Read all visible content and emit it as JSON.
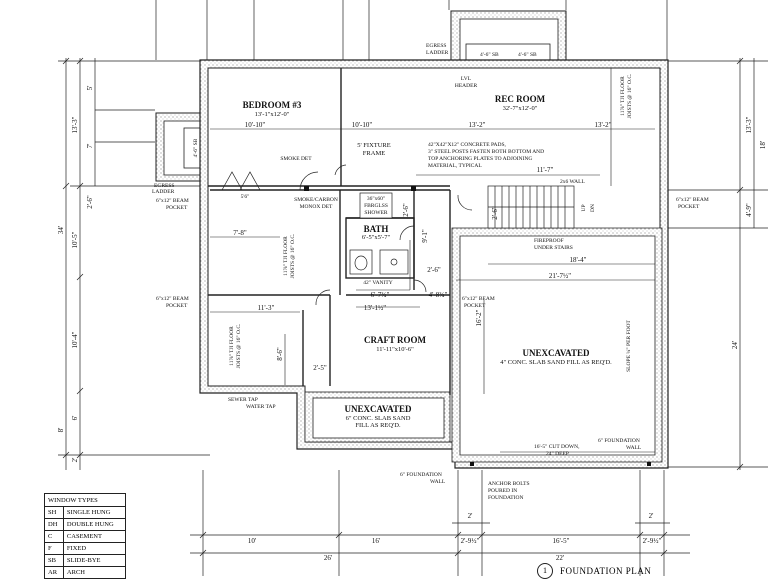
{
  "rooms": {
    "bedroom": {
      "name": "BEDROOM #3",
      "size": "13'-1\"x12'-0\""
    },
    "rec": {
      "name": "REC ROOM",
      "size": "32'-7\"x12'-0\""
    },
    "bath": {
      "name": "BATH",
      "size": "6'-5\"x5'-7\""
    },
    "craft": {
      "name": "CRAFT ROOM",
      "size": "11'-11\"x10'-6\""
    },
    "unexc_right": {
      "name": "UNEXCAVATED",
      "note": "4\" CONC. SLAB SAND FILL AS REQ'D."
    },
    "unexc_bottom": {
      "name": "UNEXCAVATED",
      "note1": "6\" CONC. SLAB SAND",
      "note2": "FILL AS REQ'D."
    }
  },
  "notes": {
    "egress_top_1": "EGRESS",
    "egress_top_2": "LADDER",
    "sb1": "4'-6\" SB",
    "sb2": "4'-6\" SB",
    "lvl_1": "LVL",
    "lvl_2": "HEADER",
    "smoke": "SMOKE DET",
    "fixture_1": "5' FIXTURE",
    "fixture_2": "FRAME",
    "pads_1": "42\"X42\"X12\" CONCRETE PADS,",
    "pads_2": "3\" STEEL POSTS FASTEN BOTH BOTTOM AND",
    "pads_3": "TOP ANCHORING PLATES TO ADJOINING",
    "pads_4": "MATERIAL, TYPICAL",
    "tji_top_1": "11⅞\" TJI FLOOR",
    "tji_top_2": "JOISTS @ 16\" O.C.",
    "egress_left_1": "EGRESS",
    "egress_left_2": "LADDER",
    "sb_left": "4'-6\" SB",
    "beam_left_1": "6\"x12\" BEAM",
    "beam_left_2": "POCKET",
    "smoke_co_1": "SMOKE/CARBON",
    "smoke_co_2": "MONOX DET",
    "shower_1": "36\"x60\"",
    "shower_2": "FBRGLSS",
    "shower_3": "SHOWER",
    "wall_2x6": "2x6 WALL",
    "beam_right_1": "6\"x12\" BEAM",
    "beam_right_2": "POCKET",
    "up": "UP",
    "dn": "DN",
    "fireproof_1": "FIREPROOF",
    "fireproof_2": "UNDER STAIRS",
    "vanity": "42\" VANITY",
    "beam_mid_1": "6\"x12\" BEAM",
    "beam_mid_2": "POCKET",
    "beam_mid2_1": "6\"x12\" BEAM",
    "beam_mid2_2": "POCKET",
    "tji_left_1": "11⅞\" TJI FLOOR",
    "tji_left_2": "JOISTS @ 16\" O.C.",
    "tji_mid_1": "11⅞\" TJI FLOOR",
    "tji_mid_2": "JOISTS @ 16\" O.C.",
    "slope": "SLOPE ¼\" PER FOOT",
    "sewer": "SEWER TAP",
    "water": "WATER TAP",
    "cut_1": "16'-5\" CUT DOWN,",
    "cut_2": "24\" DEEP",
    "fnd_right_1": "6\" FOUNDATION",
    "fnd_right_2": "WALL",
    "fnd_bot_1": "6\" FOUNDATION",
    "fnd_bot_2": "WALL",
    "anchor_1": "ANCHOR BOLTS",
    "anchor_2": "POURED IN",
    "anchor_3": "FOUNDATION",
    "sb_small": "5'6\""
  },
  "dims": {
    "d10_10a": "10'-10\"",
    "d10_10b": "10'-10\"",
    "d13_2a": "13'-2\"",
    "d13_2b": "13'-2\"",
    "d11_7": "11'-7\"",
    "d7_8": "7'-8\"",
    "d9_1": "9'-1\"",
    "d18_4": "18'-4\"",
    "d21_7": "21'-7½\"",
    "d6_7": "6'-7¾\"",
    "d13_1": "13'-1½\"",
    "d4_8": "4'-8¾\"",
    "d11_3": "11'-3\"",
    "d2_6a": "2'-6\"",
    "d2_6b": "2'-6\"",
    "d2_6c": "2'-6\"",
    "d2_5": "2'-5\"",
    "d8_6": "8'-6\"",
    "d2_9a": "2'-9½\"",
    "d2_9b": "2'-9½\"",
    "d16_5": "16'-5\"",
    "d10": "10'",
    "d16": "16'",
    "d26": "26'",
    "d22": "22'",
    "d2a": "2'",
    "d2b": "2'",
    "d34": "34'",
    "d10_5": "10'-5\"",
    "d10_4": "10'-4\"",
    "d13_3": "13'-3\"",
    "d13_3r": "13'-3\"",
    "d18": "18'",
    "d24": "24'",
    "d4_9": "4'-9\"",
    "d16_2": "16'-2\"",
    "d5": "5'",
    "d7": "7'",
    "d6": "6'",
    "d8": "8'",
    "d2c": "2'",
    "d2_6d": "2'-6\""
  },
  "legend": {
    "header": "WINDOW TYPES",
    "rows": [
      {
        "code": "SH",
        "name": "SINGLE HUNG"
      },
      {
        "code": "DH",
        "name": "DOUBLE HUNG"
      },
      {
        "code": "C",
        "name": "CASEMENT"
      },
      {
        "code": "F",
        "name": "FIXED"
      },
      {
        "code": "SB",
        "name": "SLIDE-BYE"
      },
      {
        "code": "AR",
        "name": "ARCH"
      }
    ]
  },
  "title": {
    "number": "1",
    "text": "FOUNDATION PLAN"
  }
}
